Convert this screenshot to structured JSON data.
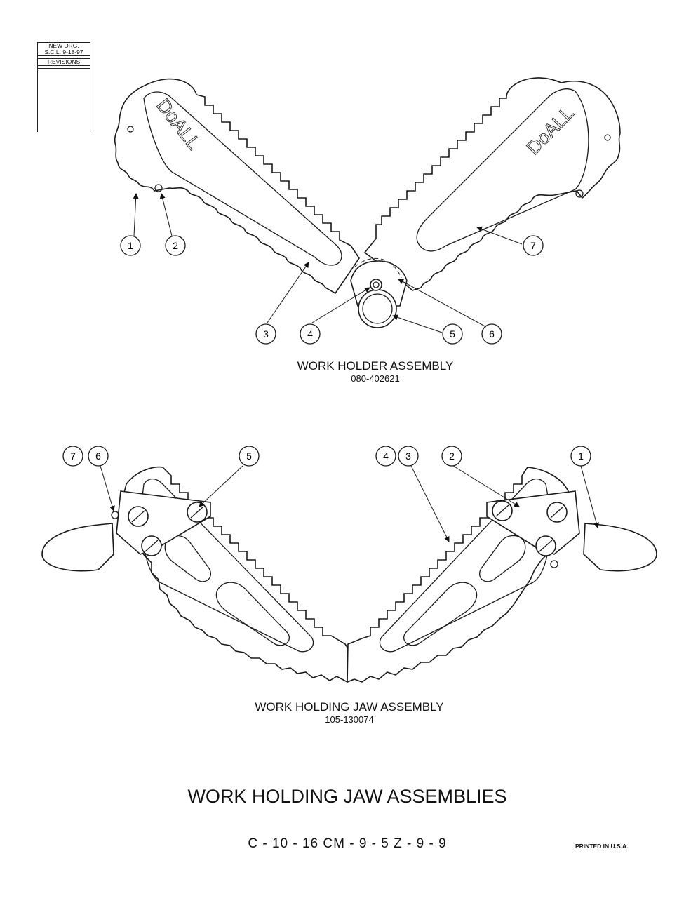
{
  "revision_block": {
    "line1": "NEW DRG.",
    "line2": "S.C.L.  9-18-97",
    "header": "REVISIONS"
  },
  "work_holder": {
    "title": "WORK HOLDER ASSEMBLY",
    "part_number": "080-402621",
    "logo": "DoALL",
    "callouts": [
      "1",
      "2",
      "3",
      "4",
      "5",
      "6",
      "7"
    ]
  },
  "jaw_assembly": {
    "title": "WORK HOLDING JAW ASSEMBLY",
    "part_number": "105-130074",
    "callouts": [
      "7",
      "6",
      "5",
      "4",
      "3",
      "2",
      "1"
    ]
  },
  "footer": {
    "main_title": "WORK HOLDING JAW ASSEMBLIES",
    "models": "C - 10 - 16    CM - 9 - 5    Z - 9 - 9",
    "printed": "PRINTED IN U.S.A."
  }
}
